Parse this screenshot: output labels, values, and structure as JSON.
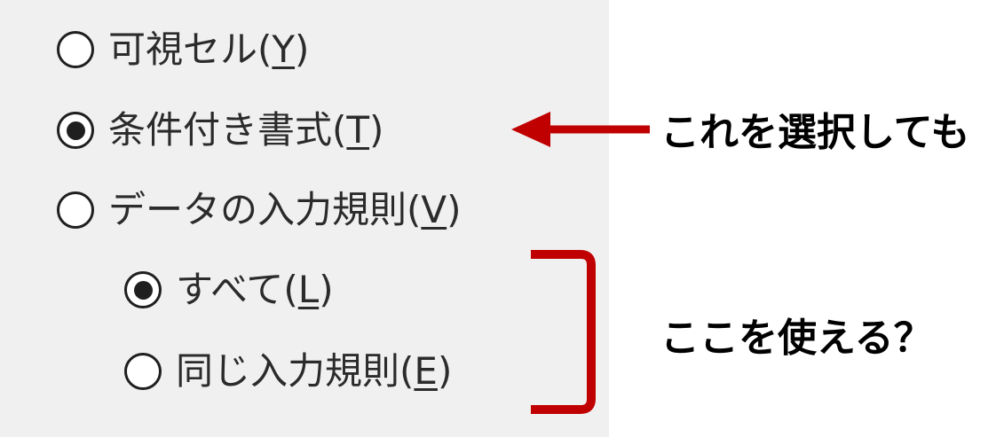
{
  "options": [
    {
      "text": "可視セル(",
      "key": "Y",
      "close": ")",
      "checked": false
    },
    {
      "text": "条件付き書式(",
      "key": "T",
      "close": ")",
      "checked": true
    },
    {
      "text": "データの入力規則(",
      "key": "V",
      "close": ")",
      "checked": false
    }
  ],
  "sub_options": [
    {
      "text": "すべて(",
      "key": "L",
      "close": ")",
      "checked": true
    },
    {
      "text": "同じ入力規則(",
      "key": "E",
      "close": ")",
      "checked": false
    }
  ],
  "annotations": {
    "arrow_note": "これを選択しても",
    "bracket_note": "ここを使える？"
  },
  "colors": {
    "panel": "#f0f0f0",
    "annotation_red": "#c00000"
  }
}
